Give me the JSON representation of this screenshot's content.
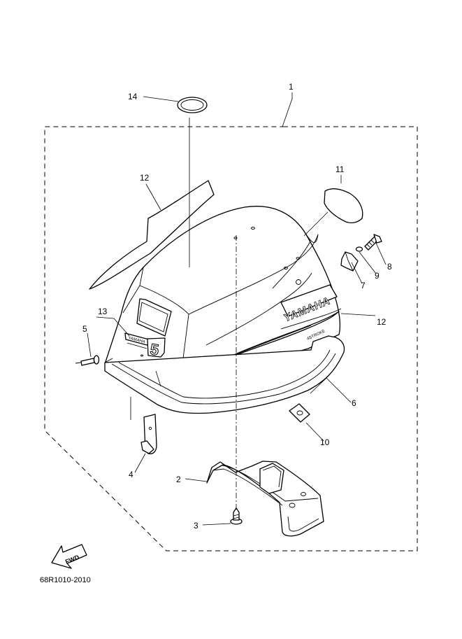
{
  "drawing_code": "68R1010-2010",
  "fwd_arrow_label": "FWD",
  "cowling_brand": "YAMAHA",
  "decal_text_small": "YAMAHA",
  "decal_engine_text": "4STROKE",
  "decal_five": "5",
  "callouts": [
    {
      "id": "1",
      "label": "1"
    },
    {
      "id": "2",
      "label": "2"
    },
    {
      "id": "3",
      "label": "3"
    },
    {
      "id": "4",
      "label": "4"
    },
    {
      "id": "5",
      "label": "5"
    },
    {
      "id": "6",
      "label": "6"
    },
    {
      "id": "7",
      "label": "7"
    },
    {
      "id": "8",
      "label": "8"
    },
    {
      "id": "9",
      "label": "9"
    },
    {
      "id": "10",
      "label": "10"
    },
    {
      "id": "11",
      "label": "11"
    },
    {
      "id": "12a",
      "label": "12"
    },
    {
      "id": "12b",
      "label": "12"
    },
    {
      "id": "13",
      "label": "13"
    },
    {
      "id": "14",
      "label": "14"
    }
  ]
}
